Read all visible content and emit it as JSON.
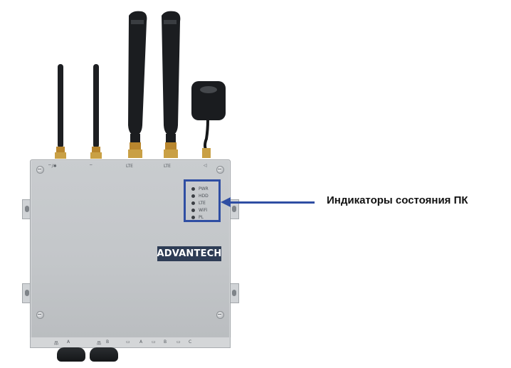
{
  "callout": {
    "label": "Индикаторы состояния ПК",
    "color": "#2f4ea3"
  },
  "device": {
    "brand": "ADVANTECH",
    "antenna_labels": [
      "LTE",
      "LTE"
    ],
    "leds": [
      "PWR",
      "HDD",
      "LTE",
      "WiFi",
      "PL"
    ],
    "bottom_ports": [
      "A",
      "B",
      "A",
      "B",
      "C"
    ]
  },
  "icons": [
    "wifi-bluetooth-icon",
    "wifi-icon",
    "gps-icon",
    "ethernet-icon"
  ]
}
